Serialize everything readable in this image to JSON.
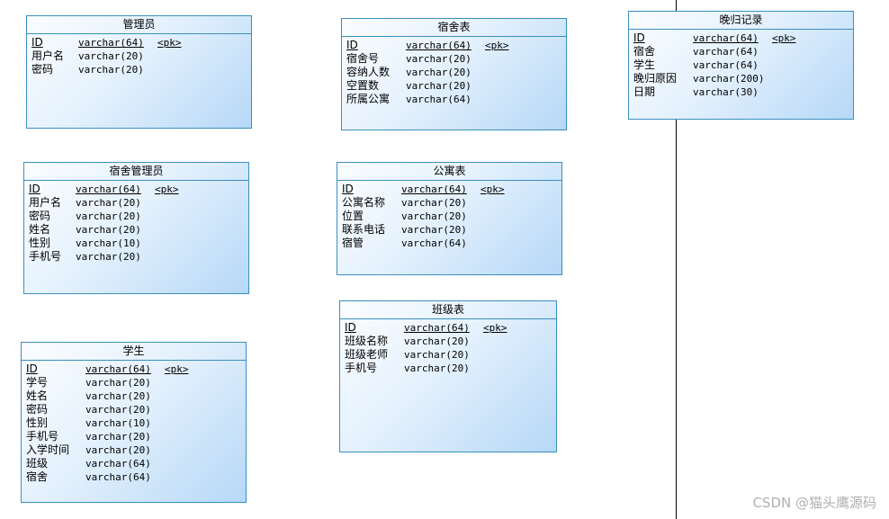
{
  "entities": [
    {
      "title": "管理员",
      "rows": [
        {
          "name": "ID",
          "type": "varchar(64)",
          "key": "<pk>",
          "pk": true
        },
        {
          "name": "用户名",
          "type": "varchar(20)",
          "key": ""
        },
        {
          "name": "密码",
          "type": "varchar(20)",
          "key": ""
        }
      ]
    },
    {
      "title": "宿舍管理员",
      "rows": [
        {
          "name": "ID",
          "type": "varchar(64)",
          "key": "<pk>",
          "pk": true
        },
        {
          "name": "用户名",
          "type": "varchar(20)",
          "key": ""
        },
        {
          "name": "密码",
          "type": "varchar(20)",
          "key": ""
        },
        {
          "name": "姓名",
          "type": "varchar(20)",
          "key": ""
        },
        {
          "name": "性别",
          "type": "varchar(10)",
          "key": ""
        },
        {
          "name": "手机号",
          "type": "varchar(20)",
          "key": ""
        }
      ]
    },
    {
      "title": "学生",
      "rows": [
        {
          "name": "ID",
          "type": "varchar(64)",
          "key": "<pk>",
          "pk": true
        },
        {
          "name": "学号",
          "type": "varchar(20)",
          "key": ""
        },
        {
          "name": "姓名",
          "type": "varchar(20)",
          "key": ""
        },
        {
          "name": "密码",
          "type": "varchar(20)",
          "key": ""
        },
        {
          "name": "性别",
          "type": "varchar(10)",
          "key": ""
        },
        {
          "name": "手机号",
          "type": "varchar(20)",
          "key": ""
        },
        {
          "name": "入学时间",
          "type": "varchar(20)",
          "key": ""
        },
        {
          "name": "班级",
          "type": "varchar(64)",
          "key": ""
        },
        {
          "name": "宿舍",
          "type": "varchar(64)",
          "key": ""
        }
      ]
    },
    {
      "title": "宿舍表",
      "rows": [
        {
          "name": "ID",
          "type": "varchar(64)",
          "key": "<pk>",
          "pk": true
        },
        {
          "name": "宿舍号",
          "type": "varchar(20)",
          "key": ""
        },
        {
          "name": "容纳人数",
          "type": "varchar(20)",
          "key": ""
        },
        {
          "name": "空置数",
          "type": "varchar(20)",
          "key": ""
        },
        {
          "name": "所属公寓",
          "type": "varchar(64)",
          "key": ""
        }
      ]
    },
    {
      "title": "公寓表",
      "rows": [
        {
          "name": "ID",
          "type": "varchar(64)",
          "key": "<pk>",
          "pk": true
        },
        {
          "name": "公寓名称",
          "type": "varchar(20)",
          "key": ""
        },
        {
          "name": "位置",
          "type": "varchar(20)",
          "key": ""
        },
        {
          "name": "联系电话",
          "type": "varchar(20)",
          "key": ""
        },
        {
          "name": "宿管",
          "type": "varchar(64)",
          "key": ""
        }
      ]
    },
    {
      "title": "班级表",
      "rows": [
        {
          "name": "ID",
          "type": "varchar(64)",
          "key": "<pk>",
          "pk": true
        },
        {
          "name": "班级名称",
          "type": "varchar(20)",
          "key": ""
        },
        {
          "name": "班级老师",
          "type": "varchar(20)",
          "key": ""
        },
        {
          "name": "手机号",
          "type": "varchar(20)",
          "key": ""
        }
      ]
    },
    {
      "title": "晚归记录",
      "rows": [
        {
          "name": "ID",
          "type": "varchar(64)",
          "key": "<pk>",
          "pk": true
        },
        {
          "name": "宿舍",
          "type": "varchar(64)",
          "key": ""
        },
        {
          "name": "学生",
          "type": "varchar(64)",
          "key": ""
        },
        {
          "name": "晚归原因",
          "type": "varchar(200)",
          "key": ""
        },
        {
          "name": "日期",
          "type": "varchar(30)",
          "key": ""
        }
      ]
    }
  ],
  "watermark": "CSDN @猫头鹰源码"
}
